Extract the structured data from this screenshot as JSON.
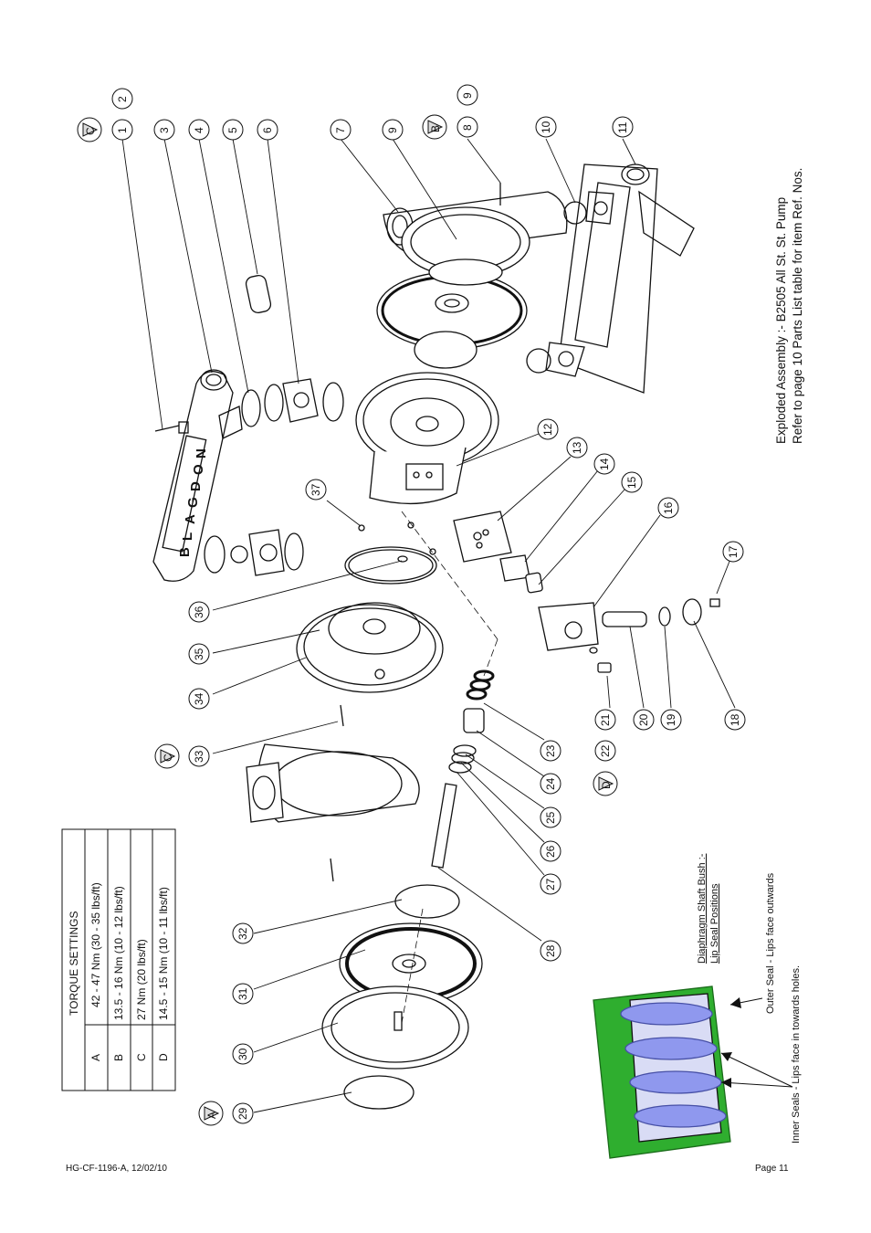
{
  "page": {
    "doc_ref": "HG-CF-1196-A, 12/02/10",
    "page_label": "Page 11"
  },
  "title": {
    "line1": "Exploded Assembly :- B2505 All St. St. Pump",
    "line2": "Refer to page 10 Parts List table for item Ref. Nos."
  },
  "torque_table": {
    "heading": "TORQUE SETTINGS",
    "rows": [
      {
        "key": "A",
        "value": "42 - 47 Nm (30 - 35 lbs/ft)"
      },
      {
        "key": "B",
        "value": "13.5 - 16 Nm (10 - 12 lbs/ft)"
      },
      {
        "key": "C",
        "value": "27 Nm (20 lbs/ft)"
      },
      {
        "key": "D",
        "value": "14.5 - 15 Nm (10 - 11 lbs/ft)"
      }
    ]
  },
  "lip_seal": {
    "heading_line1": "Diaphragm Shaft Bush :-",
    "heading_line2": "Lip Seal Positions",
    "outer_note": "Outer Seal - Lips face outwards",
    "inner_note": "Inner Seals - Lips face in towards holes.",
    "colors": {
      "housing": "#2fae2f",
      "seal": "#8f98ee"
    }
  },
  "brand": {
    "letters": [
      "B",
      "L",
      "A",
      "G",
      "D",
      "O",
      "N"
    ]
  },
  "callouts": [
    "1",
    "2",
    "3",
    "4",
    "5",
    "6",
    "7",
    "8",
    "9",
    "9",
    "10",
    "11",
    "12",
    "13",
    "14",
    "15",
    "16",
    "17",
    "18",
    "19",
    "20",
    "21",
    "22",
    "23",
    "24",
    "25",
    "26",
    "27",
    "28",
    "29",
    "30",
    "31",
    "32",
    "33",
    "34",
    "35",
    "36",
    "37"
  ],
  "torque_markers": [
    "A",
    "B",
    "C",
    "C",
    "D"
  ]
}
